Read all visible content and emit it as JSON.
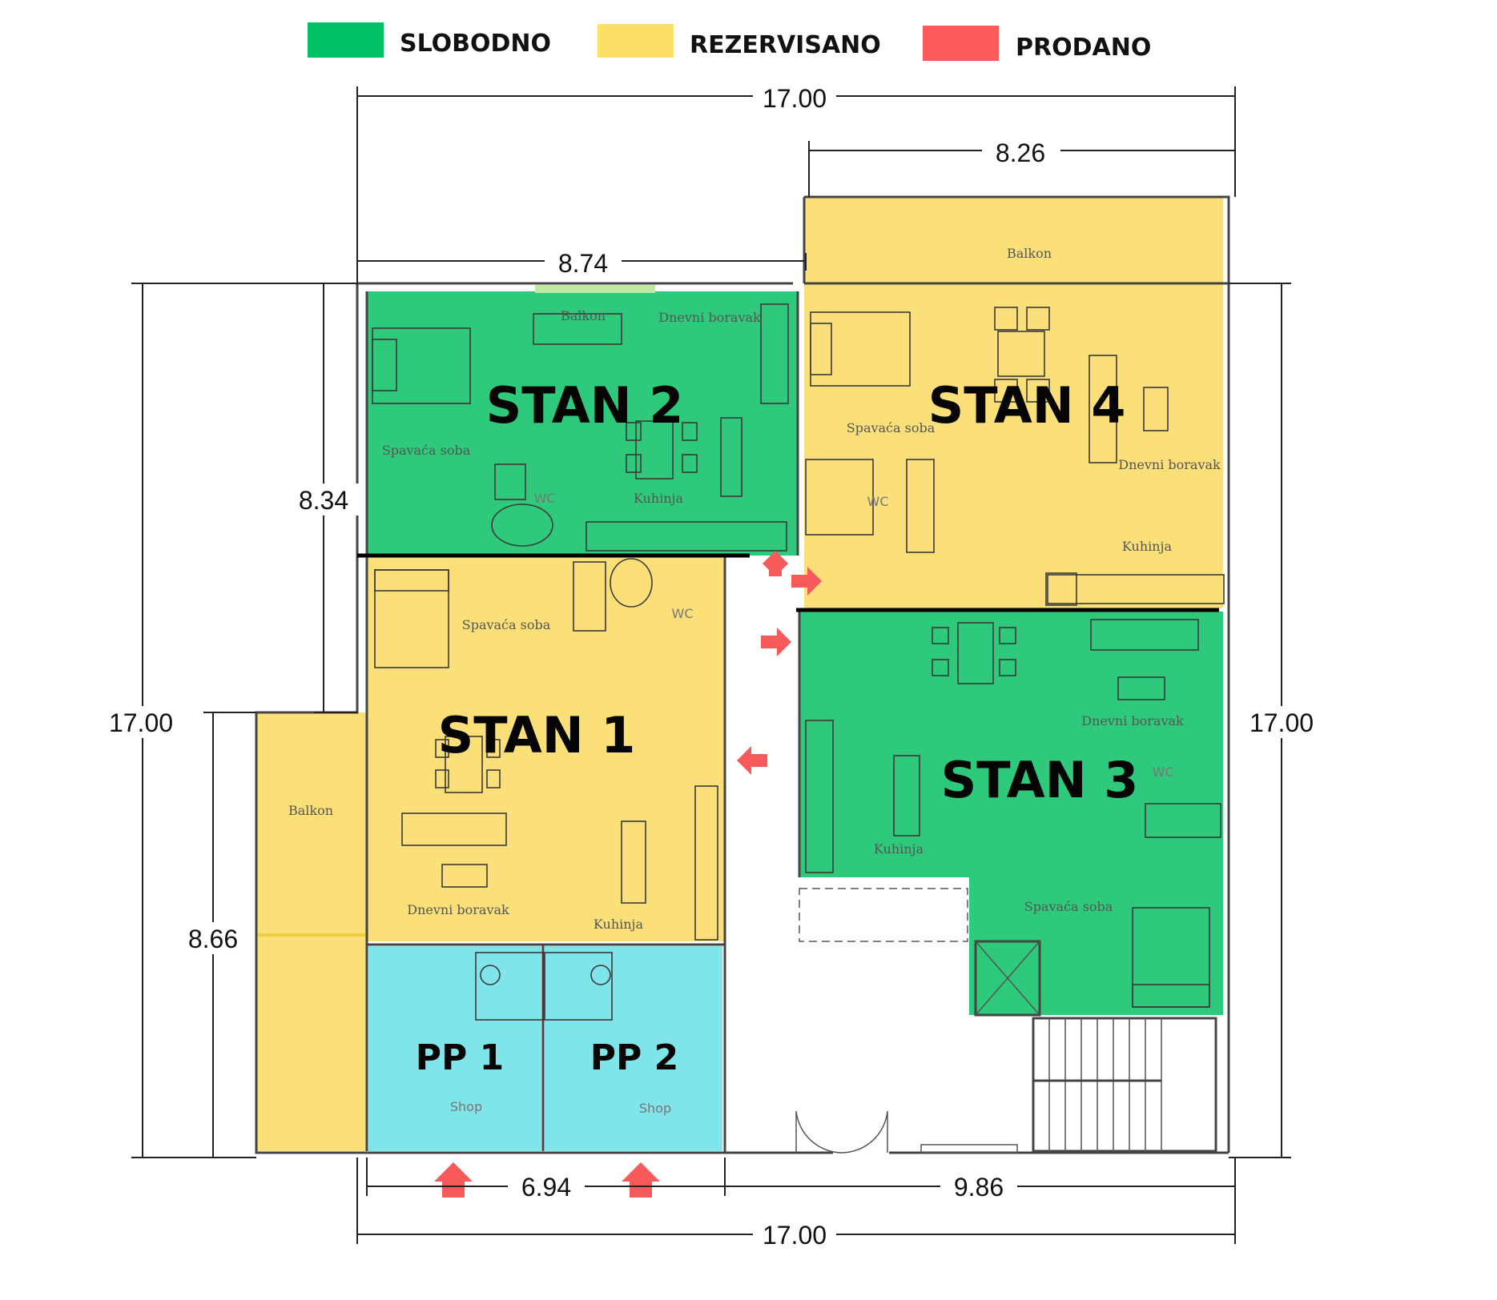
{
  "legend": {
    "items": [
      {
        "label": "SLOBODNO",
        "color": "#00c066"
      },
      {
        "label": "REZERVISANO",
        "color": "#fddf66"
      },
      {
        "label": "PRODANO",
        "color": "#fd5a5a"
      }
    ]
  },
  "colors": {
    "slobodno": "#2fc97b",
    "rezervisano": "#fbe07a",
    "shop": "#7fe5ea",
    "arrow": "#f65a5a"
  },
  "units": {
    "stan1": "STAN 1",
    "stan2": "STAN 2",
    "stan3": "STAN 3",
    "stan4": "STAN 4",
    "pp1": "PP 1",
    "pp2": "PP 2"
  },
  "rooms": {
    "balkon": "Balkon",
    "dnevni_boravak": "Dnevni boravak",
    "spavaca_soba": "Spavaća soba",
    "kuhinja": "Kuhinja",
    "wc": "WC",
    "shop": "Shop"
  },
  "dimensions": {
    "top_total": "17.00",
    "top_right": "8.26",
    "top_left": "8.74",
    "left_outer": "17.00",
    "left_upper": "8.34",
    "left_lower": "8.66",
    "right_outer": "17.00",
    "bottom_left": "6.94",
    "bottom_right": "9.86",
    "bottom_total": "17.00"
  }
}
